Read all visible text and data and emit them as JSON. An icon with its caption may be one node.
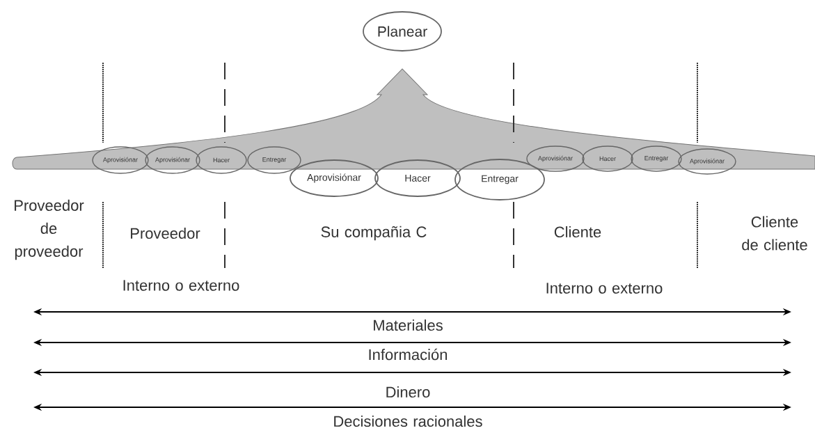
{
  "diagram": {
    "nodes": [
      {
        "text": [
          "Planear"
        ]
      },
      {
        "text": [
          "Aprovisiónar"
        ]
      },
      {
        "text": [
          "Aprovisiónar"
        ]
      },
      {
        "text": [
          "Hacer"
        ]
      },
      {
        "text": [
          "Entregar"
        ]
      },
      {
        "text": [
          "Aprovisiónar"
        ]
      },
      {
        "text": [
          "Hacer"
        ]
      },
      {
        "text": [
          "Entregar"
        ]
      },
      {
        "text": [
          "Aprovisiónar"
        ]
      },
      {
        "text": [
          "Hacer"
        ]
      },
      {
        "text": [
          "Entregar"
        ]
      },
      {
        "text": [
          "Aprovisiónar"
        ]
      }
    ],
    "labels": [
      "Proveedor de proveedor",
      "Proveedor",
      "Su compañia C",
      "Cliente",
      "Cliente de cliente",
      "Interno o externo",
      "Interno o externo",
      "Materiales",
      "Información",
      "Dinero",
      "Decisiones racionales"
    ]
  }
}
